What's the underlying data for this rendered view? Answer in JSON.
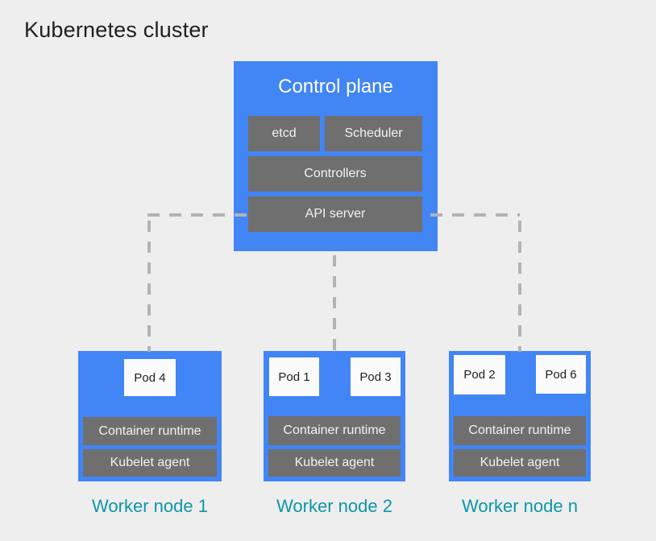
{
  "page": {
    "title": "Kubernetes cluster"
  },
  "colors": {
    "background": "#eeeeee",
    "node_blue": "#4285f4",
    "component_gray": "#6f6f6f",
    "component_text": "#f3f3f3",
    "pod_white": "#fbfbfb",
    "pod_text": "#202124",
    "connector_dash_gray": "#b3b3b3",
    "worker_label_teal": "#0d96a8",
    "title_text": "#1f1f1f",
    "control_plane_title_text": "#ffffff"
  },
  "control_plane": {
    "title": "Control plane",
    "components": [
      "etcd",
      "Scheduler",
      "Controllers",
      "API server"
    ]
  },
  "worker_nodes": [
    {
      "label": "Worker node 1",
      "pods": [
        "Pod 4"
      ],
      "components": [
        "Container runtime",
        "Kubelet agent"
      ]
    },
    {
      "label": "Worker node 2",
      "pods": [
        "Pod 1",
        "Pod 3"
      ],
      "components": [
        "Container runtime",
        "Kubelet agent"
      ]
    },
    {
      "label": "Worker node n",
      "pods": [
        "Pod 2",
        "Pod 6"
      ],
      "components": [
        "Container runtime",
        "Kubelet agent"
      ]
    }
  ]
}
